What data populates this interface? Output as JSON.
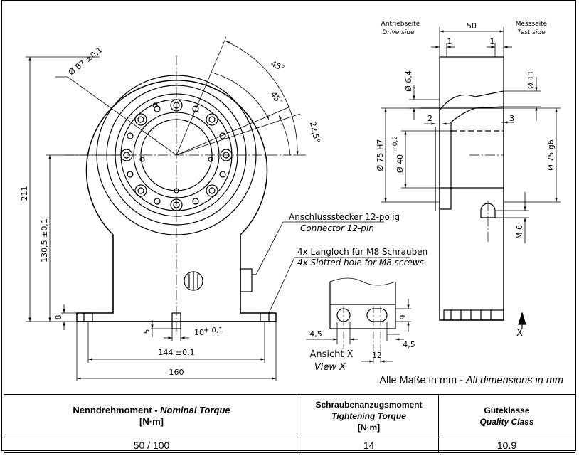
{
  "drawing": {
    "drive_side_de": "Antriebseite",
    "drive_side_en": "Drive side",
    "test_side_de": "Messseite",
    "test_side_en": "Test side",
    "connector_de": "Anschlussstecker 12-polig",
    "connector_en": "Connector 12-pin",
    "slot_de": "4x Langloch für M8 Schrauben",
    "slot_en": "4x Slotted hole for M8 screws",
    "view_de": "Ansicht X",
    "view_en": "View X",
    "view_marker": "X",
    "dims": {
      "phi87": "Ø 87 ±0,1",
      "a45a": "45°",
      "a45b": "45°",
      "a225": "22,5°",
      "h211": "211",
      "h1305": "130,5 ±0,1",
      "h8": "8",
      "h5": "5",
      "w10": "10",
      "w10tol": "+ 0,1",
      "w144": "144 ±0,1",
      "w160": "160",
      "w50": "50",
      "w1a": "1",
      "w1b": "1",
      "phi64": "Ø 6,4",
      "phi11": "Ø 11",
      "w2": "2",
      "w3": "3",
      "phi75h7": "Ø 75 H7",
      "phi40": "Ø 40",
      "phi40tol": "+0,2",
      "phi75g6": "Ø 75 g6",
      "m6": "M 6",
      "x45a": "4,5",
      "x12": "12",
      "x45b": "4,5",
      "x9": "9"
    }
  },
  "note": {
    "de": "Alle Maße in mm - ",
    "en": "All dimensions in mm"
  },
  "table": {
    "nominal_de": "Nenndrehmoment - ",
    "nominal_en": "Nominal Torque",
    "nominal_unit": "[N·m]",
    "tight_de": "Schraubenanzugsmoment",
    "tight_en": "Tightening Torque",
    "tight_unit": "[N·m]",
    "class_de": "Güteklasse",
    "class_en": "Quality Class",
    "nominal_value": "50 / 100",
    "tight_value": "14",
    "class_value": "10.9"
  }
}
